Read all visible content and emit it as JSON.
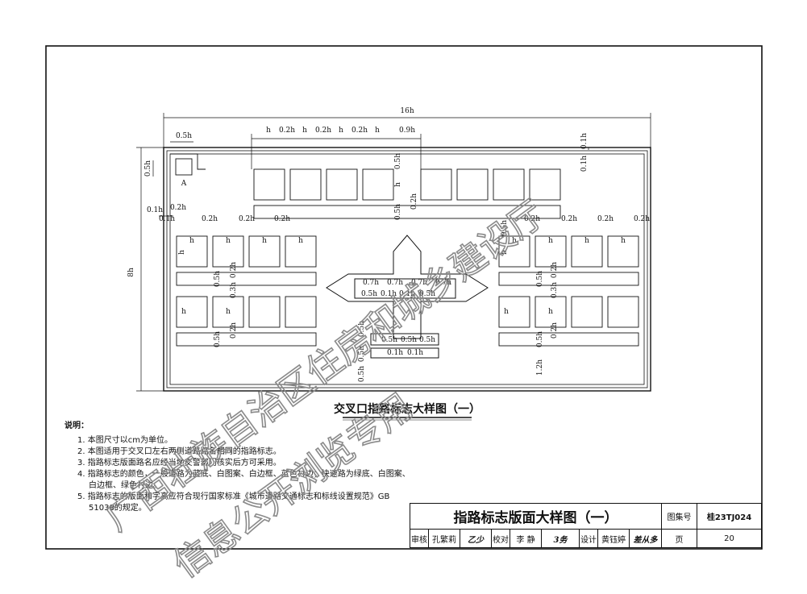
{
  "dims": {
    "total_width": "16h",
    "total_height": "8h",
    "h": "h",
    "d02h": "0.2h",
    "d09h": "0.9h",
    "d05h": "0.5h",
    "d01h": "0.1h",
    "d03h": "0.3h",
    "d12h": "1.2h",
    "d07h": "0.7h",
    "marker_a": "A"
  },
  "caption": "交叉口指路标志大样图（一）",
  "notes": {
    "heading": "说明：",
    "items": [
      "1. 本图尺寸以cm为单位。",
      "2. 本图适用于交叉口左右两侧道路路名相同的指路标志。",
      "3. 指路标志版面路名应经当地交警部门核实后方可采用。",
      "4. 指路标志的颜色，一般道路为蓝底、白图案、白边框、蓝色衬边；快速路为绿底、白图案、白边框、绿色衬边。",
      "5. 指路标志的版面和字高应符合现行国家标准《城市道路交通标志和标线设置规范》GB 51038的规定。"
    ]
  },
  "title_block": {
    "drawing_title": "指路标志版面大样图（一）",
    "atlas_label": "图集号",
    "atlas_no": "桂23TJ024",
    "review_label": "审核",
    "reviewer": "孔繁莉",
    "check_label": "校对",
    "checker": "李 静",
    "design_label": "设计",
    "designer": "黄钰婷",
    "page_label": "页",
    "page_no": "20"
  },
  "watermark": {
    "line1": "广西壮族自治区住房和城乡建设厅",
    "line2": "信息公开浏览专用"
  }
}
